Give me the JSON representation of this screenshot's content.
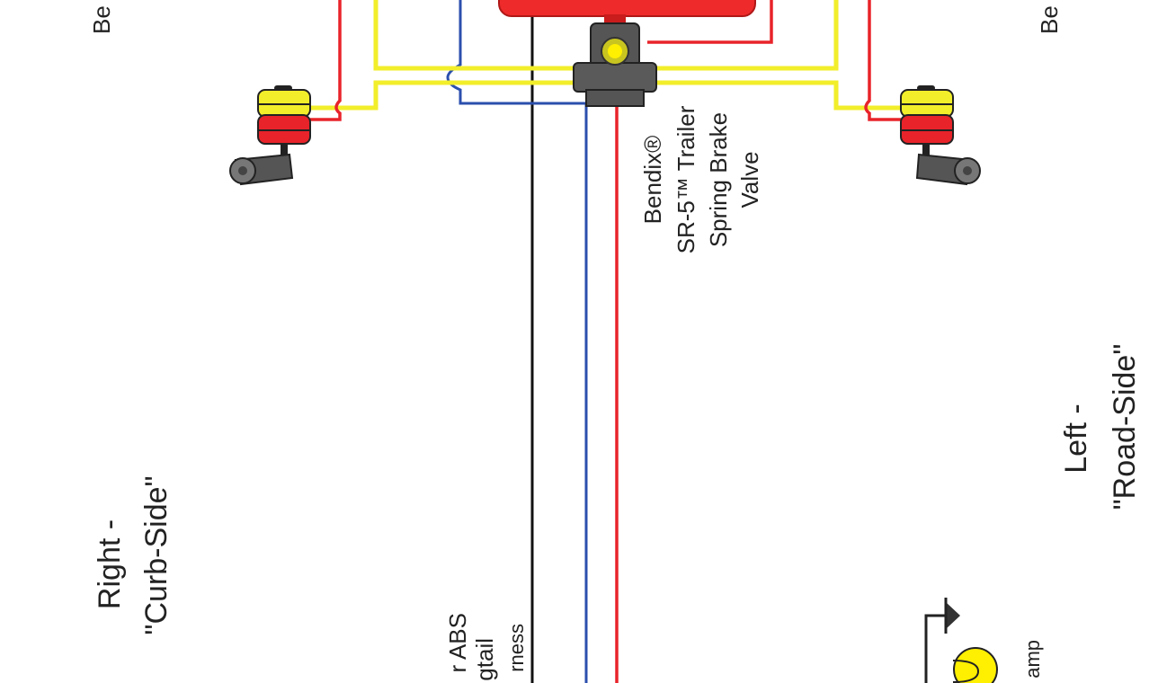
{
  "labels": {
    "top_left_partial": "Be",
    "top_right_partial": "Be",
    "valve_line1": "Bendix®",
    "valve_line2": "SR-5™ Trailer",
    "valve_line3": "Spring Brake",
    "valve_line4": "Valve",
    "right_line1": "Right -",
    "right_line2": "\"Curb-Side\"",
    "left_line1": "Left -",
    "left_line2": "\"Road-Side\"",
    "abs_line1": "r ABS",
    "abs_line2": "gtail",
    "abs_line3": "rness",
    "lamp_partial": "amp"
  },
  "colors": {
    "supply_line": "#e8232a",
    "control_line": "#f2ee2a",
    "blue_line": "#2b4fae",
    "black_line": "#111111",
    "tank": "#ee2a2a",
    "valve_body": "#555555"
  }
}
